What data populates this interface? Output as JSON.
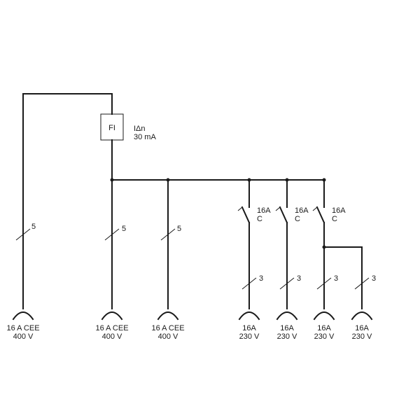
{
  "rcd": {
    "symbol": "FI",
    "label_line1": "IΔn",
    "label_line2": "30 mA"
  },
  "outlets": [
    {
      "id": "cee1",
      "line1": "16 A CEE",
      "line2": "400 V",
      "conductors": "5"
    },
    {
      "id": "cee2",
      "line1": "16 A CEE",
      "line2": "400 V",
      "conductors": "5"
    },
    {
      "id": "cee3",
      "line1": "16 A CEE",
      "line2": "400 V",
      "conductors": "5"
    },
    {
      "id": "schuko1",
      "line1": "16A",
      "line2": "230 V",
      "conductors": "3"
    },
    {
      "id": "schuko2",
      "line1": "16A",
      "line2": "230 V",
      "conductors": "3"
    },
    {
      "id": "schuko3",
      "line1": "16A",
      "line2": "230 V",
      "conductors": "3"
    },
    {
      "id": "schuko4",
      "line1": "16A",
      "line2": "230 V",
      "conductors": "3"
    }
  ],
  "breakers": [
    {
      "id": "mcb1",
      "rating": "16A",
      "curve": "C"
    },
    {
      "id": "mcb2",
      "rating": "16A",
      "curve": "C"
    },
    {
      "id": "mcb3",
      "rating": "16A",
      "curve": "C"
    }
  ]
}
